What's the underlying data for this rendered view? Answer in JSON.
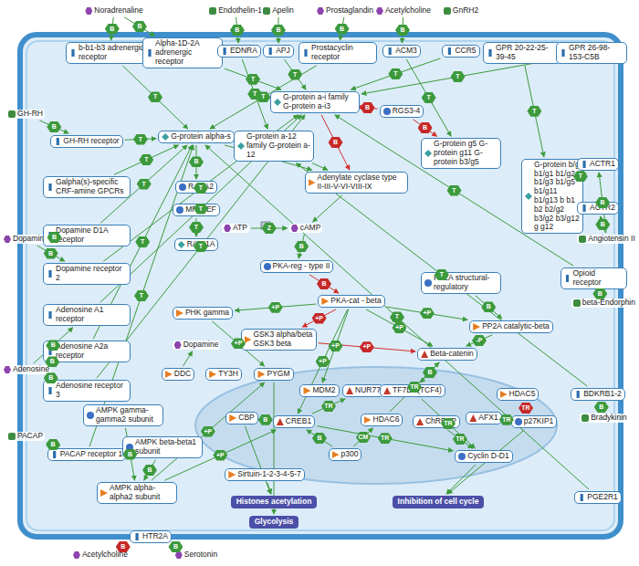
{
  "diagram": {
    "nodes": [
      {
        "text": [
          "Noradrenaline"
        ]
      },
      {
        "text": [
          "Endothelin-1"
        ]
      },
      {
        "text": [
          "Apelin"
        ]
      },
      {
        "text": [
          "Prostaglandin"
        ]
      },
      {
        "text": [
          "Acetylcholine"
        ]
      },
      {
        "text": [
          "GnRH2"
        ]
      },
      {
        "text": [
          "b-b1-b3 adrenergic receptor"
        ]
      },
      {
        "text": [
          "Alpha-1D-2A adrenergic receptor"
        ]
      },
      {
        "text": [
          "EDNRA"
        ]
      },
      {
        "text": [
          "APJ"
        ]
      },
      {
        "text": [
          "Prostacyclin receptor"
        ]
      },
      {
        "text": [
          "ACM3"
        ]
      },
      {
        "text": [
          "CCR5"
        ]
      },
      {
        "text": [
          "GPR 20-22-25-39-45"
        ]
      },
      {
        "text": [
          "GPR 26-98-153-C5B"
        ]
      },
      {
        "text": [
          "GH-RH"
        ]
      },
      {
        "text": [
          "GH-RH receptor"
        ]
      },
      {
        "text": [
          "Galpha(s)-specific CRF-amine GPCRs"
        ]
      },
      {
        "text": [
          "Dopamine"
        ]
      },
      {
        "text": [
          "Dopamine D1A receptor"
        ]
      },
      {
        "text": [
          "Dopamine receptor 2"
        ]
      },
      {
        "text": [
          "Adenosine A1 receptor"
        ]
      },
      {
        "text": [
          "Adenosine A2a receptor"
        ]
      },
      {
        "text": [
          "Adenosine"
        ]
      },
      {
        "text": [
          "Adenosine receptor 3"
        ]
      },
      {
        "text": [
          "PACAP"
        ]
      },
      {
        "text": [
          "PACAP receptor 1"
        ]
      },
      {
        "text": [
          "G-protein alpha-s"
        ]
      },
      {
        "text": [
          "G-protein a-12 family G-protein a-12"
        ]
      },
      {
        "text": [
          "G-protein a-i family G-protein a-i3"
        ]
      },
      {
        "text": [
          "RGS3-4"
        ]
      },
      {
        "text": [
          "G-protein g5 G-protein g11 G-protein b3/g5"
        ]
      },
      {
        "text": [
          "G-protein b/g b1/g1 b1/g2 b1/g3 b1/g5 b1/g11 b1/g13 b b1 b2 b2/g2 b3/g2 b3/g12 g g12"
        ]
      },
      {
        "text": [
          "Adenylate cyclase type II-III-V-VI-VIII-IX"
        ]
      },
      {
        "text": [
          "RASA2"
        ]
      },
      {
        "text": [
          "MR-GEF"
        ]
      },
      {
        "text": [
          "ATP"
        ]
      },
      {
        "text": [
          "cAMP"
        ]
      },
      {
        "text": [
          "RAP-1A"
        ]
      },
      {
        "text": [
          "PKA-reg - type II"
        ]
      },
      {
        "text": [
          "PKA-cat - beta"
        ]
      },
      {
        "text": [
          "PP2A structural-regulatory"
        ]
      },
      {
        "text": [
          "PP2A catalytic-beta"
        ]
      },
      {
        "text": [
          "PHK gamma"
        ]
      },
      {
        "text": [
          "GSK3 alpha/beta GSK3 beta"
        ]
      },
      {
        "text": [
          "Beta-catenin"
        ]
      },
      {
        "text": [
          "Dopamine"
        ]
      },
      {
        "text": [
          "DDC"
        ]
      },
      {
        "text": [
          "TY3H"
        ]
      },
      {
        "text": [
          "PYGM"
        ]
      },
      {
        "text": [
          "AMPK gamma-gamma2 subunit"
        ]
      },
      {
        "text": [
          "AMPK beta-beta1 subunit"
        ]
      },
      {
        "text": [
          "AMPK alpha-alpha2 subunit"
        ]
      },
      {
        "text": [
          "MDM2"
        ]
      },
      {
        "text": [
          "NUR77"
        ]
      },
      {
        "text": [
          "TF7L2 (TCF4)"
        ]
      },
      {
        "text": [
          "HDAC5"
        ]
      },
      {
        "text": [
          "CBP"
        ]
      },
      {
        "text": [
          "CREB1"
        ]
      },
      {
        "text": [
          "HDAC6"
        ]
      },
      {
        "text": [
          "ChREBP"
        ]
      },
      {
        "text": [
          "AFX1"
        ]
      },
      {
        "text": [
          "p27KIP1"
        ]
      },
      {
        "text": [
          "p300"
        ]
      },
      {
        "text": [
          "Cyclin D-D1"
        ]
      },
      {
        "text": [
          "Sirtuin-1-2-3-4-5-7"
        ]
      },
      {
        "text": [
          "Histones acetylation"
        ]
      },
      {
        "text": [
          "Inhibition of cell cycle"
        ]
      },
      {
        "text": [
          "Glycolysis"
        ]
      },
      {
        "text": [
          "ACTR1"
        ]
      },
      {
        "text": [
          "ACTR2"
        ]
      },
      {
        "text": [
          "Angiotensin II"
        ]
      },
      {
        "text": [
          "Opioid receptor"
        ]
      },
      {
        "text": [
          "beta-Endorphin"
        ]
      },
      {
        "text": [
          "BDKRB1-2"
        ]
      },
      {
        "text": [
          "Bradykinin"
        ]
      },
      {
        "text": [
          "PGE2R1"
        ]
      },
      {
        "text": [
          "HTR2A"
        ]
      },
      {
        "text": [
          "Acetylcholine"
        ]
      },
      {
        "text": [
          "Serotonin"
        ]
      }
    ],
    "edges": [
      {
        "from": 0,
        "to": 6,
        "arrow": "to",
        "label": "B"
      },
      {
        "from": 0,
        "to": 7,
        "arrow": "to",
        "label": "B"
      },
      {
        "from": 1,
        "to": 8,
        "arrow": "to",
        "label": "B"
      },
      {
        "from": 2,
        "to": 9,
        "arrow": "to",
        "label": "B"
      },
      {
        "from": 3,
        "to": 10,
        "arrow": "to",
        "label": "B"
      },
      {
        "from": 4,
        "to": 11,
        "arrow": "to",
        "label": "B"
      },
      {
        "from": 6,
        "to": 27,
        "arrow": "to",
        "label": "T"
      },
      {
        "from": 7,
        "to": 29,
        "arrow": "to",
        "label": "T"
      },
      {
        "from": 8,
        "to": 28,
        "arrow": "to",
        "label": "T"
      },
      {
        "from": 9,
        "to": 29,
        "arrow": "to",
        "label": "T"
      },
      {
        "from": 10,
        "to": 27,
        "arrow": "to",
        "label": "T"
      },
      {
        "from": 11,
        "to": 31,
        "arrow": "to",
        "label": "T"
      },
      {
        "from": 12,
        "to": 29,
        "arrow": "to",
        "label": "T"
      },
      {
        "from": 13,
        "to": 32,
        "arrow": "to",
        "label": "T"
      },
      {
        "from": 14,
        "to": 29,
        "arrow": "to",
        "label": "T"
      },
      {
        "from": 15,
        "to": 16,
        "arrow": "to",
        "label": "B"
      },
      {
        "from": 16,
        "to": 27,
        "arrow": "to",
        "label": "T"
      },
      {
        "from": 17,
        "to": 27,
        "arrow": "to",
        "label": "T"
      },
      {
        "from": 18,
        "to": 19,
        "arrow": "to",
        "label": "B"
      },
      {
        "from": 18,
        "to": 20,
        "arrow": "to",
        "label": "B"
      },
      {
        "from": 19,
        "to": 27,
        "arrow": "to",
        "label": "T"
      },
      {
        "from": 20,
        "to": 29,
        "arrow": "to",
        "label": "T"
      },
      {
        "from": 23,
        "to": 21,
        "arrow": "to",
        "label": "B"
      },
      {
        "from": 23,
        "to": 22,
        "arrow": "to",
        "label": "B"
      },
      {
        "from": 23,
        "to": 24,
        "arrow": "to",
        "label": "B"
      },
      {
        "from": 21,
        "to": 29,
        "arrow": "to",
        "label": "T"
      },
      {
        "from": 22,
        "to": 27,
        "arrow": "to",
        "label": "T"
      },
      {
        "from": 24,
        "to": 29,
        "arrow": "to",
        "label": "T"
      },
      {
        "from": 25,
        "to": 26,
        "arrow": "to",
        "label": "B"
      },
      {
        "from": 26,
        "to": 27,
        "arrow": "to",
        "label": "T"
      },
      {
        "from": 27,
        "to": 33,
        "arrow": "to"
      },
      {
        "from": 28,
        "to": 33,
        "arrow": "to"
      },
      {
        "from": 29,
        "to": 33,
        "arrow": "to",
        "label": "B"
      },
      {
        "from": 30,
        "to": 29,
        "arrow": "to",
        "label": "B"
      },
      {
        "from": 30,
        "to": 31,
        "arrow": "to",
        "label": "B"
      },
      {
        "from": 36,
        "to": 37,
        "arrow": "to",
        "label": "Z"
      },
      {
        "from": 33,
        "to": 37,
        "arrow": "to"
      },
      {
        "from": 35,
        "to": 38,
        "arrow": "to",
        "label": "T"
      },
      {
        "from": 27,
        "to": 34,
        "arrow": "to",
        "label": "B"
      },
      {
        "from": 37,
        "to": 39,
        "arrow": "to",
        "label": "B"
      },
      {
        "from": 39,
        "to": 40,
        "arrow": "to",
        "label": "B"
      },
      {
        "from": 40,
        "to": 43,
        "arrow": "to",
        "label": "+P"
      },
      {
        "from": 40,
        "to": 44,
        "arrow": "to",
        "label": "+P"
      },
      {
        "from": 40,
        "to": 45,
        "arrow": "to",
        "label": "+P"
      },
      {
        "from": 40,
        "to": 58,
        "arrow": "to",
        "label": "+P"
      },
      {
        "from": 40,
        "to": 42,
        "arrow": "to",
        "label": "+P"
      },
      {
        "from": 41,
        "to": 42,
        "arrow": "to",
        "label": "B"
      },
      {
        "from": 42,
        "to": 45,
        "arrow": "to",
        "label": "-P"
      },
      {
        "from": 44,
        "to": 45,
        "arrow": "to",
        "label": "+P"
      },
      {
        "from": 43,
        "to": 49,
        "arrow": "to",
        "label": "+P"
      },
      {
        "from": 47,
        "to": 46,
        "arrow": "to"
      },
      {
        "from": 50,
        "to": 52,
        "arrow": "to",
        "label": "B"
      },
      {
        "from": 51,
        "to": 52,
        "arrow": "to",
        "label": "B"
      },
      {
        "from": 52,
        "to": 58,
        "arrow": "to",
        "label": "+P"
      },
      {
        "from": 52,
        "to": 49,
        "arrow": "to",
        "label": "+P"
      },
      {
        "from": 45,
        "to": 55,
        "arrow": "to",
        "label": "B"
      },
      {
        "from": 55,
        "to": 64,
        "arrow": "to",
        "label": "TR"
      },
      {
        "from": 58,
        "to": 64,
        "arrow": "to",
        "label": "TR"
      },
      {
        "from": 58,
        "to": 54,
        "arrow": "to",
        "label": "TR"
      },
      {
        "from": 57,
        "to": 58,
        "arrow": "to",
        "label": "B"
      },
      {
        "from": 63,
        "to": 58,
        "arrow": "to",
        "label": "B"
      },
      {
        "from": 63,
        "to": 59,
        "arrow": "to",
        "label": "CM"
      },
      {
        "from": 56,
        "to": 62,
        "arrow": "to",
        "label": "TR"
      },
      {
        "from": 60,
        "to": 64,
        "arrow": "to",
        "label": "TR"
      },
      {
        "from": 61,
        "to": 62,
        "arrow": "to",
        "label": "TR"
      },
      {
        "from": 64,
        "to": 67,
        "arrow": "to"
      },
      {
        "from": 62,
        "to": 67,
        "arrow": "to"
      },
      {
        "from": 65,
        "to": 66,
        "arrow": "to"
      },
      {
        "from": 57,
        "to": 66,
        "arrow": "to"
      },
      {
        "from": 49,
        "to": 68,
        "arrow": "to"
      },
      {
        "from": 71,
        "to": 69,
        "arrow": "to",
        "label": "B"
      },
      {
        "from": 71,
        "to": 70,
        "arrow": "to",
        "label": "B"
      },
      {
        "from": 69,
        "to": 32,
        "arrow": "to",
        "label": "T"
      },
      {
        "from": 73,
        "to": 72,
        "arrow": "to",
        "label": "B"
      },
      {
        "from": 72,
        "to": 29,
        "arrow": "to",
        "label": "T"
      },
      {
        "from": 75,
        "to": 74,
        "arrow": "to",
        "label": "B"
      },
      {
        "from": 74,
        "to": 28,
        "arrow": "to",
        "label": "T"
      },
      {
        "from": 78,
        "to": 77,
        "arrow": "to",
        "label": "B"
      },
      {
        "from": 79,
        "to": 77,
        "arrow": "to",
        "label": "B"
      },
      {
        "from": 40,
        "to": 53,
        "arrow": "to",
        "label": "+P"
      },
      {
        "from": 59,
        "to": 45,
        "arrow": "to",
        "label": "TR"
      },
      {
        "from": 76,
        "to": 27,
        "arrow": "to",
        "label": "T"
      }
    ]
  }
}
